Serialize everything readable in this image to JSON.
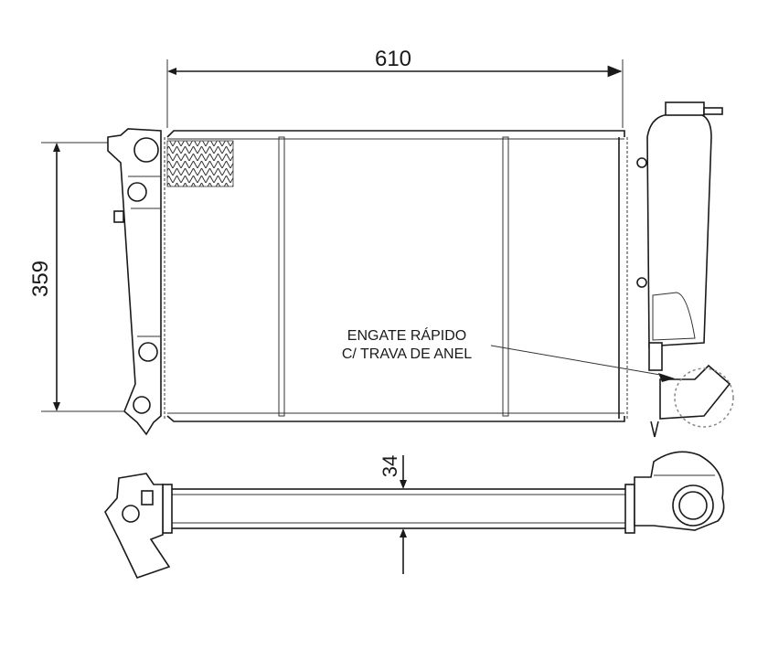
{
  "dimensions": {
    "width_label": "610",
    "height_label": "359",
    "thickness_label": "34"
  },
  "callout": {
    "line1": "ENGATE RÁPIDO",
    "line2": "C/ TRAVA DE ANEL"
  },
  "colors": {
    "line": "#1a1a1a",
    "background": "#ffffff"
  }
}
